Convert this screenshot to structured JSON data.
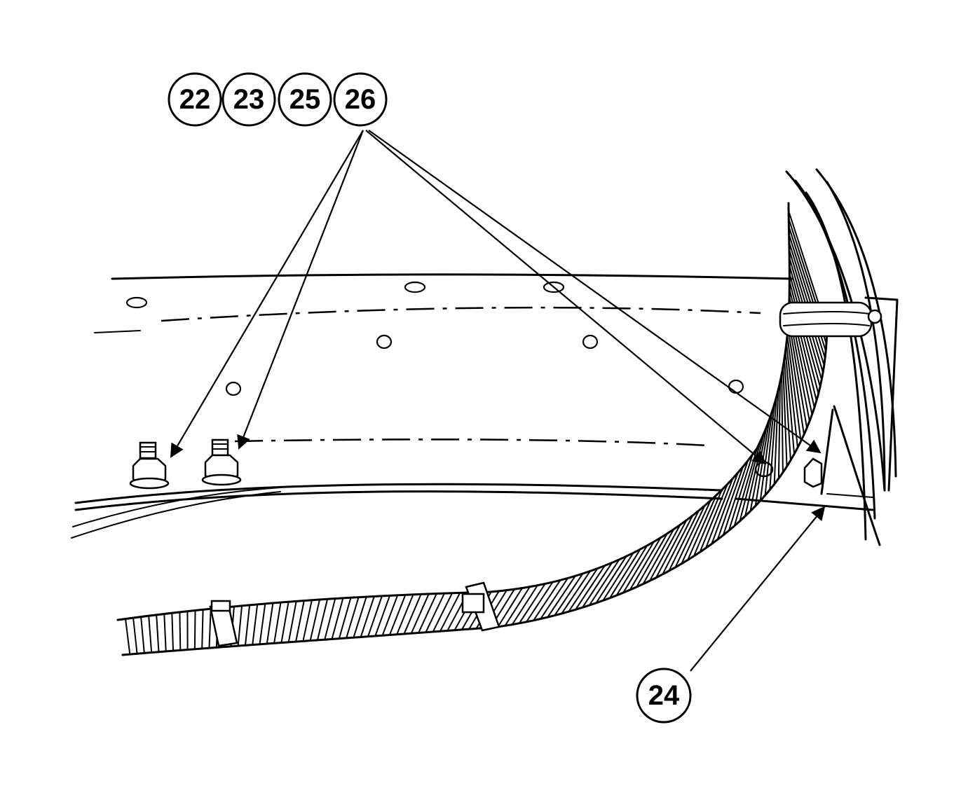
{
  "callouts": {
    "c22": "22",
    "c23": "23",
    "c25": "25",
    "c26": "26",
    "c24": "24"
  }
}
